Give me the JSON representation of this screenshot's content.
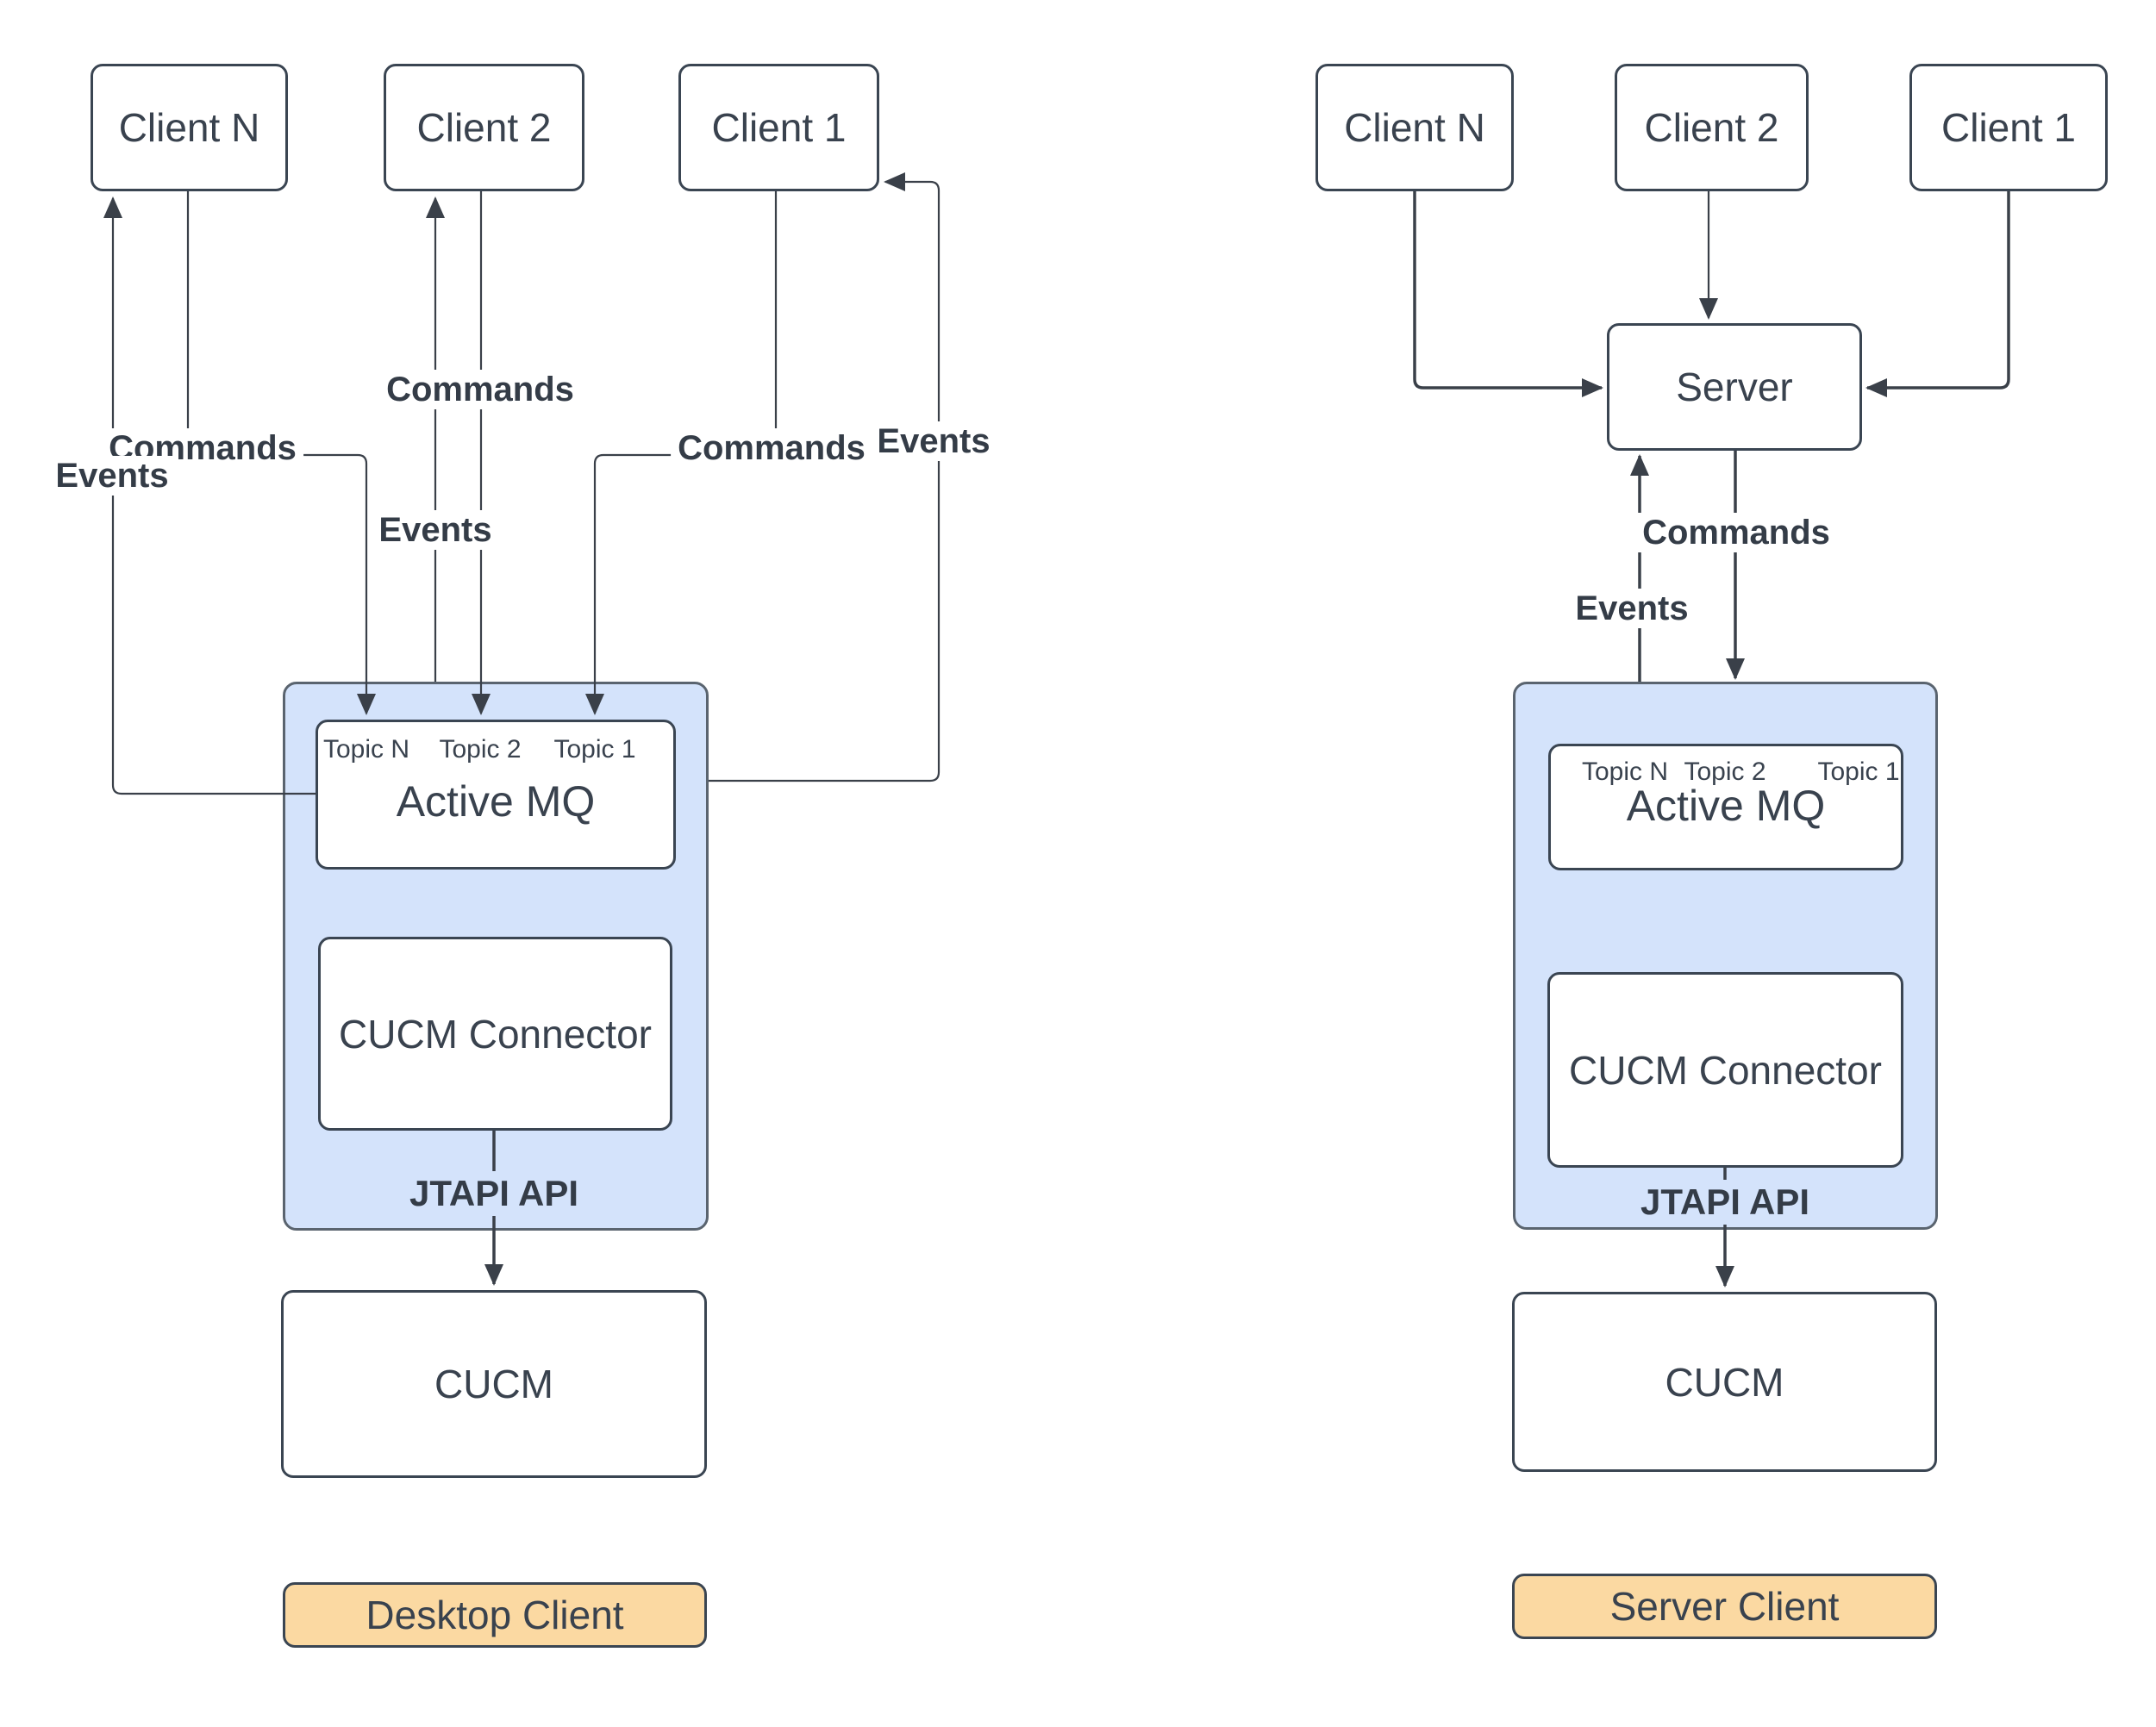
{
  "colors": {
    "container_fill": "#D4E3FB",
    "caption_fill": "#FBD9A2",
    "stroke": "#3A4049",
    "text": "#39424E"
  },
  "shared": {
    "commands": "Commands",
    "events": "Events",
    "active_mq": "Active MQ",
    "topics": [
      "Topic N",
      "Topic 2",
      "Topic 1"
    ],
    "cucm_connector": "CUCM Connector",
    "jtapi": "JTAPI API",
    "cucm": "CUCM"
  },
  "left": {
    "clients": [
      "Client N",
      "Client 2",
      "Client 1"
    ],
    "caption": "Desktop Client"
  },
  "right": {
    "clients": [
      "Client N",
      "Client 2",
      "Client 1"
    ],
    "server": "Server",
    "caption": "Server Client"
  }
}
